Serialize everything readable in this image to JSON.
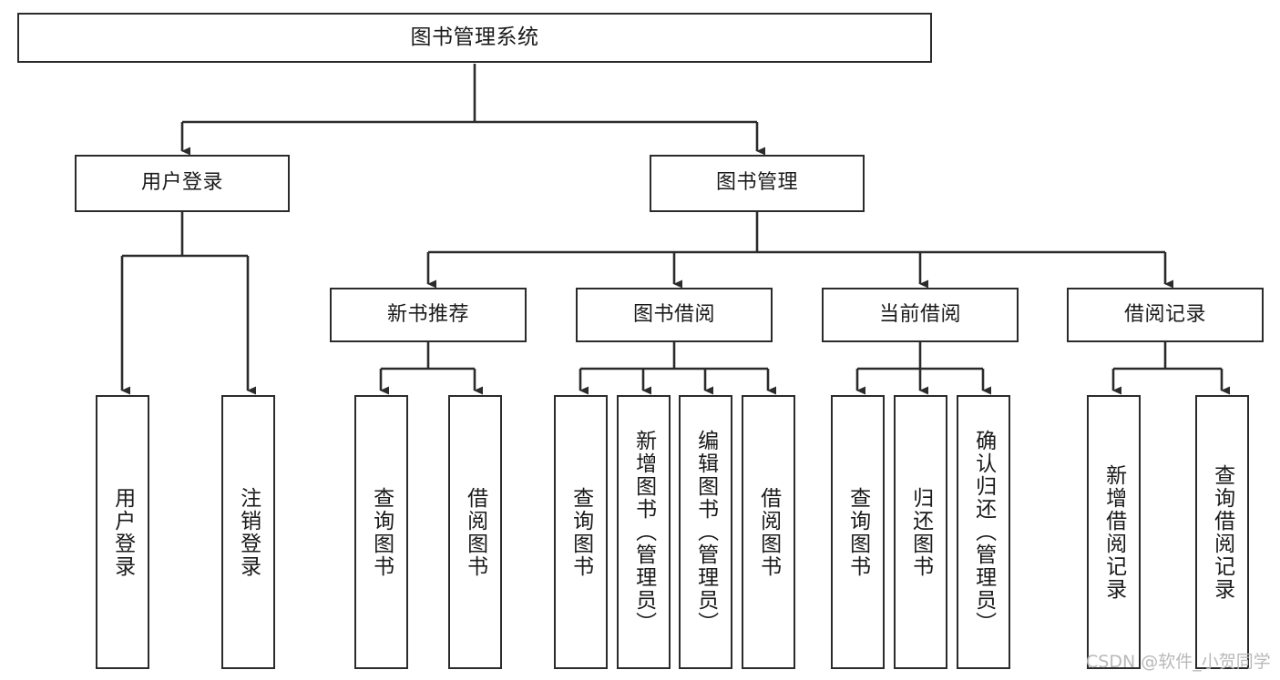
{
  "diagram": {
    "title": "图书管理系统",
    "type": "tree",
    "watermark": "CSDN @软件_小贺同学",
    "colors": {
      "box_border": "#2b2b2b",
      "box_fill": "#ffffff",
      "connector": "#2b2b2b",
      "text": "#1a1a1a",
      "watermark": "#b9b9b9"
    },
    "levels": [
      {
        "level": 1,
        "nodes": [
          {
            "id": "root",
            "label": "图书管理系统",
            "orientation": "horizontal"
          }
        ]
      },
      {
        "level": 2,
        "nodes": [
          {
            "id": "l2-0",
            "label": "用户登录",
            "orientation": "horizontal",
            "parent": "root"
          },
          {
            "id": "l2-1",
            "label": "图书管理",
            "orientation": "horizontal",
            "parent": "root"
          }
        ]
      },
      {
        "level": 3,
        "nodes": [
          {
            "id": "l3-0",
            "label": "新书推荐",
            "orientation": "horizontal",
            "parent": "l2-1"
          },
          {
            "id": "l3-1",
            "label": "图书借阅",
            "orientation": "horizontal",
            "parent": "l2-1"
          },
          {
            "id": "l3-2",
            "label": "当前借阅",
            "orientation": "horizontal",
            "parent": "l2-1"
          },
          {
            "id": "l3-3",
            "label": "借阅记录",
            "orientation": "horizontal",
            "parent": "l2-1"
          }
        ]
      },
      {
        "level": 4,
        "nodes": [
          {
            "id": "leaf-0",
            "label": "用户登录",
            "orientation": "vertical",
            "parent": "l2-0"
          },
          {
            "id": "leaf-1",
            "label": "注销登录",
            "orientation": "vertical",
            "parent": "l2-0"
          },
          {
            "id": "leaf-2",
            "label": "查询图书",
            "orientation": "vertical",
            "parent": "l3-0"
          },
          {
            "id": "leaf-3",
            "label": "借阅图书",
            "orientation": "vertical",
            "parent": "l3-0"
          },
          {
            "id": "leaf-4",
            "label": "查询图书",
            "orientation": "vertical",
            "parent": "l3-1"
          },
          {
            "id": "leaf-5",
            "label": "新增图书（管理员）",
            "orientation": "vertical",
            "parent": "l3-1"
          },
          {
            "id": "leaf-6",
            "label": "编辑图书（管理员）",
            "orientation": "vertical",
            "parent": "l3-1"
          },
          {
            "id": "leaf-7",
            "label": "借阅图书",
            "orientation": "vertical",
            "parent": "l3-1"
          },
          {
            "id": "leaf-8",
            "label": "查询图书",
            "orientation": "vertical",
            "parent": "l3-2"
          },
          {
            "id": "leaf-9",
            "label": "归还图书",
            "orientation": "vertical",
            "parent": "l3-2"
          },
          {
            "id": "leaf-10",
            "label": "确认归还（管理员）",
            "orientation": "vertical",
            "parent": "l3-2"
          },
          {
            "id": "leaf-11",
            "label": "新增借阅记录",
            "orientation": "vertical",
            "parent": "l3-3"
          },
          {
            "id": "leaf-12",
            "label": "查询借阅记录",
            "orientation": "vertical",
            "parent": "l3-3"
          }
        ]
      }
    ]
  }
}
